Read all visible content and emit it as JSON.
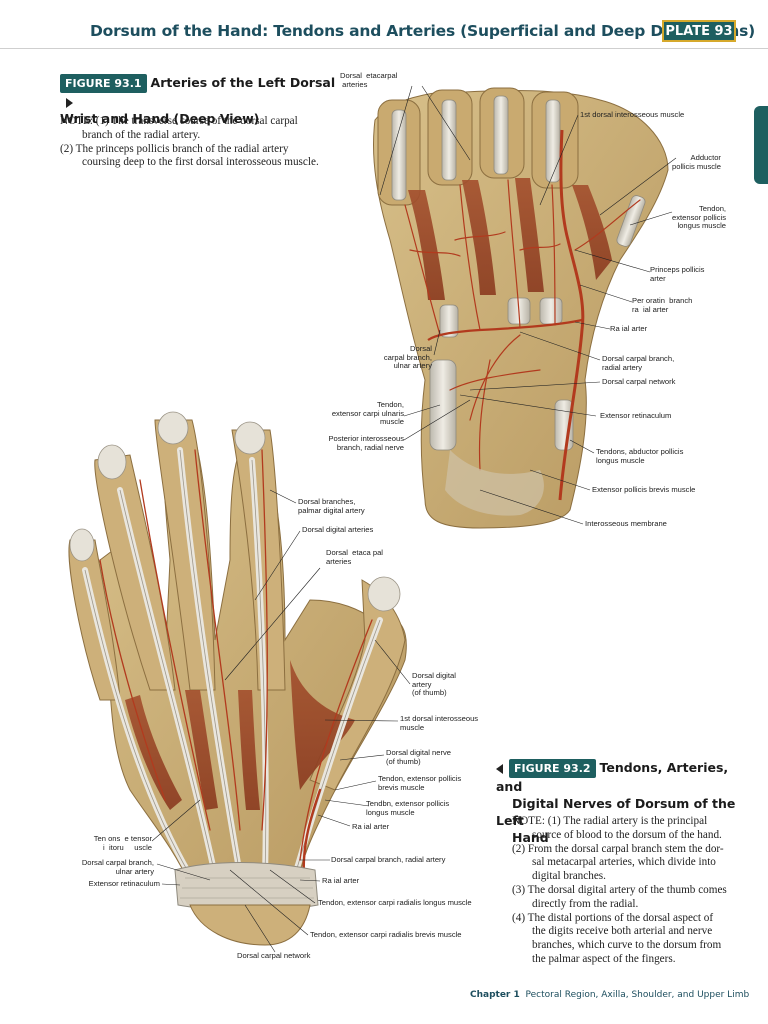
{
  "header": {
    "title": "Dorsum of the Hand: Tendons and Arteries (Superficial and Deep Dissections)",
    "plate": "PLATE 93"
  },
  "figure1": {
    "badge": "FIGURE 93.1",
    "title_line1": "Arteries of the Left Dorsal",
    "title_line2": "Wrist and Hand (Deep View)",
    "notes": [
      "NOTE: (1) The transverse course of the dorsal carpal",
      "branch of the radial artery.",
      "(2) The princeps pollicis branch of the radial artery",
      "coursing deep to the first dorsal interosseous muscle."
    ],
    "labels": {
      "dorsal_metacarpal": "Dorsal  etacarpal\n arteries",
      "first_dorsal_interosseous": "1st dorsal interosseous muscle",
      "adductor_pollicis": "Adductor\npollicis muscle",
      "tendon_epl": "Tendon,\nextensor pollicis\nlongus muscle",
      "princeps_pollicis": "Princeps pollicis\narter",
      "perforating_branch": "Per oratin  branch\nra  ial arter",
      "radial_artery": "Ra  ial arter",
      "dorsal_carpal_ulnar": "Dorsal\ncarpal branch,\nulnar artery",
      "dorsal_carpal_radial": "Dorsal carpal branch,\nradial artery",
      "dorsal_carpal_network": "Dorsal carpal network",
      "tendon_ecu": "Tendon,\nextensor carpi ulnaris\nmuscle",
      "extensor_retinaculum": "Extensor retinaculum",
      "posterior_interosseous": "Posterior interosseous\nbranch, radial nerve",
      "tendons_apl": "Tendons, abductor pollicis\nlongus muscle",
      "epb_muscle": "Extensor pollicis brevis muscle",
      "interosseous_membrane": "Interosseous membrane"
    }
  },
  "figure2": {
    "badge": "FIGURE 93.2",
    "title_line1": "Tendons, Arteries, and",
    "title_line2": "Digital Nerves of Dorsum of the Left",
    "title_line3": "Hand",
    "notes": [
      "NOTE: (1) The radial artery is the principal",
      "source of blood to the dorsum of the hand.",
      "(2) From the dorsal carpal branch stem the dor-",
      "sal metacarpal arteries, which divide into",
      "digital branches.",
      "(3) The dorsal digital artery of the thumb comes",
      "directly from the radial.",
      "(4) The distal portions of the dorsal aspect of",
      "the digits receive both arterial and nerve",
      "branches, which curve to the dorsum from",
      "the palmar aspect of the fingers."
    ],
    "labels": {
      "dorsal_branches_palmar": "Dorsal branches,\npalmar digital artery",
      "dorsal_digital_arteries": "Dorsal digital arteries",
      "dorsal_metacarpal": "Dorsal  etaca pal\narteries",
      "dorsal_digital_thumb": "Dorsal digital\nartery\n(of thumb)",
      "first_dorsal_interosseous": "1st dorsal interosseous\nmuscle",
      "dorsal_digital_nerve": "Dorsal digital nerve\n(of thumb)",
      "tendon_epb": "Tendon, extensor pollicis\nbrevis muscle",
      "tendon_epl": "Tendbn, extensor pollicis\nlongus muscle",
      "radial_artery_1": "Ra  ial arter",
      "tendons_extensor_digitorum": "Ten ons  e tensor\ni  itoru     uscle",
      "dorsal_carpal_ulnar": "Dorsal carpal branch,\nulnar artery",
      "dorsal_carpal_radial": "Dorsal carpal branch, radial artery",
      "extensor_retinaculum": "Extensor retinaculum",
      "radial_artery_2": "Ra  ial arter",
      "tendon_ecrl": "Tendon, extensor carpi radialis longus muscle",
      "tendon_ecrb": "Tendon, extensor carpi radialis brevis muscle",
      "dorsal_carpal_network": "Dorsal carpal network"
    }
  },
  "footer": {
    "chapter": "Chapter 1",
    "text": "Pectoral Region, Axilla, Shoulder, and Upper Limb"
  },
  "colors": {
    "accent": "#1e5f60",
    "badge_border": "#d6a92c",
    "artery": "#b23a1e",
    "tendon": "#d9d6cc",
    "tissue": "#c8a872"
  }
}
